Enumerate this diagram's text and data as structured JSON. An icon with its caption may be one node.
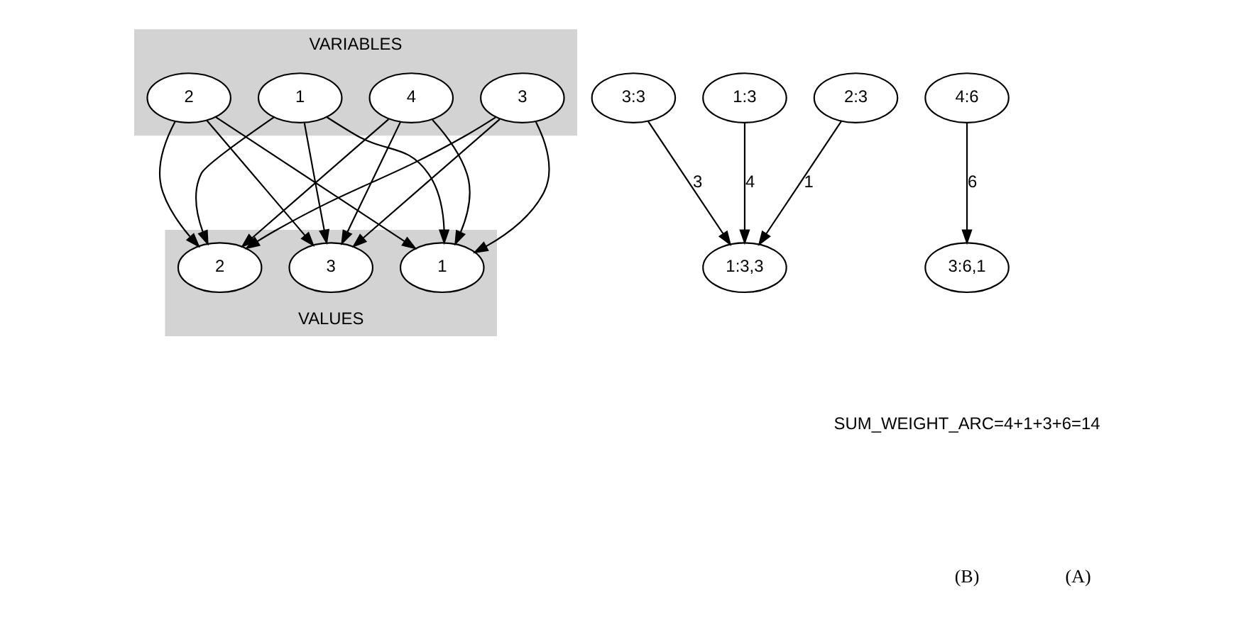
{
  "diagram": {
    "nodes": [
      {
        "text": [
          "VARIABLES"
        ]
      },
      {
        "text": [
          "4"
        ],
        "in": 0
      },
      {
        "text": [
          "3"
        ],
        "in": 0
      },
      {
        "text": [
          "2"
        ],
        "in": 0
      },
      {
        "text": [
          "1"
        ],
        "in": 0
      },
      {
        "text": [
          "VALUES"
        ]
      },
      {
        "text": [
          "1"
        ],
        "in": 5
      },
      {
        "text": [
          "3"
        ],
        "in": 5
      },
      {
        "text": [
          "2"
        ],
        "in": 5
      },
      {
        "text": [
          "1:3"
        ]
      },
      {
        "text": [
          "2:3"
        ]
      },
      {
        "text": [
          "3:3"
        ]
      },
      {
        "text": [
          "4:6"
        ]
      },
      {
        "text": [
          "1:3,3"
        ]
      },
      {
        "text": [
          "3:6,1"
        ]
      }
    ],
    "edges": [
      {
        "from": 1,
        "to": 6,
        "arrow": "to"
      },
      {
        "from": 1,
        "to": 7,
        "arrow": "to"
      },
      {
        "from": 1,
        "to": 8,
        "arrow": "to"
      },
      {
        "from": 2,
        "to": 6,
        "arrow": "to"
      },
      {
        "from": 2,
        "to": 7,
        "arrow": "to"
      },
      {
        "from": 2,
        "to": 8,
        "arrow": "to"
      },
      {
        "from": 3,
        "to": 6,
        "arrow": "to"
      },
      {
        "from": 3,
        "to": 7,
        "arrow": "to"
      },
      {
        "from": 3,
        "to": 8,
        "arrow": "to"
      },
      {
        "from": 4,
        "to": 6,
        "arrow": "to"
      },
      {
        "from": 4,
        "to": 7,
        "arrow": "to"
      },
      {
        "from": 4,
        "to": 8,
        "arrow": "to"
      },
      {
        "from": 9,
        "to": 13,
        "label": "4",
        "arrow": "to"
      },
      {
        "from": 10,
        "to": 13,
        "label": "1",
        "arrow": "to"
      },
      {
        "from": 11,
        "to": 13,
        "label": "3",
        "arrow": "to"
      },
      {
        "from": 12,
        "to": 14,
        "label": "6",
        "arrow": "to"
      }
    ],
    "labels": [
      "SUM_WEIGHT_ARC=4+1+3+6=14",
      "(A)",
      "(B)"
    ]
  }
}
